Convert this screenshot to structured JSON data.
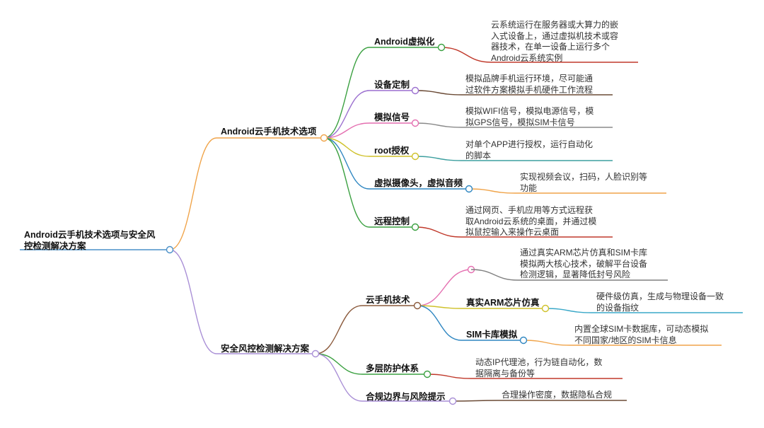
{
  "root": {
    "line1": "Android云手机技术选项与安全风",
    "line2": "控检测解决方案"
  },
  "branch1": {
    "label": "Android云手机技术选项",
    "items": [
      {
        "label": "Android虚拟化",
        "desc": [
          "云系统运行在服务器或大算力的嵌",
          "入式设备上，通过虚拟机技术或容",
          "器技术，在单一设备上运行多个",
          "Android云系统实例"
        ]
      },
      {
        "label": "设备定制",
        "desc": [
          "模拟品牌手机运行环境，尽可能通",
          "过软件方案模拟手机硬件工作流程"
        ]
      },
      {
        "label": "模拟信号",
        "desc": [
          "模拟WIFI信号，模拟电源信号，模",
          "拟GPS信号，模拟SIM卡信号"
        ]
      },
      {
        "label": "root授权",
        "desc": [
          "对单个APP进行授权，运行自动化",
          "的脚本"
        ]
      },
      {
        "label": "虚拟摄像头，虚拟音频",
        "desc": [
          "实现视频会议，扫码，人脸识别等",
          "功能"
        ]
      },
      {
        "label": "远程控制",
        "desc": [
          "通过网页、手机应用等方式远程获",
          "取Android云系统的桌面，并通过模",
          "拟鼠控输入来操作云桌面"
        ]
      }
    ]
  },
  "branch2": {
    "label": "安全风控检测解决方案",
    "cloud": {
      "label": "云手机技术",
      "desc": [
        "通过真实ARM芯片仿真和SIM卡库",
        "模拟两大核心技术，破解平台设备",
        "检测逻辑，显著降低封号风险"
      ],
      "arm": {
        "label": "真实ARM芯片仿真",
        "desc": [
          "硬件级仿真，生成与物理设备一致",
          "的设备指纹"
        ]
      },
      "sim": {
        "label": "SIM卡库模拟",
        "desc": [
          "内置全球SIM卡数据库，可动态模拟",
          "不同国家/地区的SIM卡信息"
        ]
      }
    },
    "layers": {
      "label": "多层防护体系",
      "desc": [
        "动态IP代理池，行为链自动化，数",
        "据隔离与备份等"
      ]
    },
    "compliance": {
      "label": "合规边界与风险提示",
      "desc": [
        "合理操作密度，数据隐私合规"
      ]
    }
  },
  "colors": {
    "root": "#4a90c8",
    "branch1": "#f0a44a",
    "branch2": "#a98fd6",
    "android": "#3aa040",
    "android_leaf": "#c0392b",
    "device": "#9b6fcf",
    "device_leaf": "#6b4b36",
    "signal": "#e46fb0",
    "signal_leaf": "#8a8a8a",
    "root_auth": "#cfc12a",
    "root_auth_leaf": "#3d9f9f",
    "camera": "#2e86c1",
    "camera_leaf": "#f0a44a",
    "remote": "#3aa040",
    "remote_leaf": "#c0392b",
    "cloud": "#8b5a3c",
    "cloud_leaf": "#808080",
    "cloud_desc": "#e46fb0",
    "arm": "#cfc12a",
    "arm_leaf": "#3aa8c8",
    "sim": "#2e86c1",
    "sim_leaf": "#f0a44a",
    "layers": "#3aa040",
    "layers_leaf": "#c0392b",
    "compliance": "#a98fd6",
    "compliance_leaf": "#6b4b36"
  }
}
